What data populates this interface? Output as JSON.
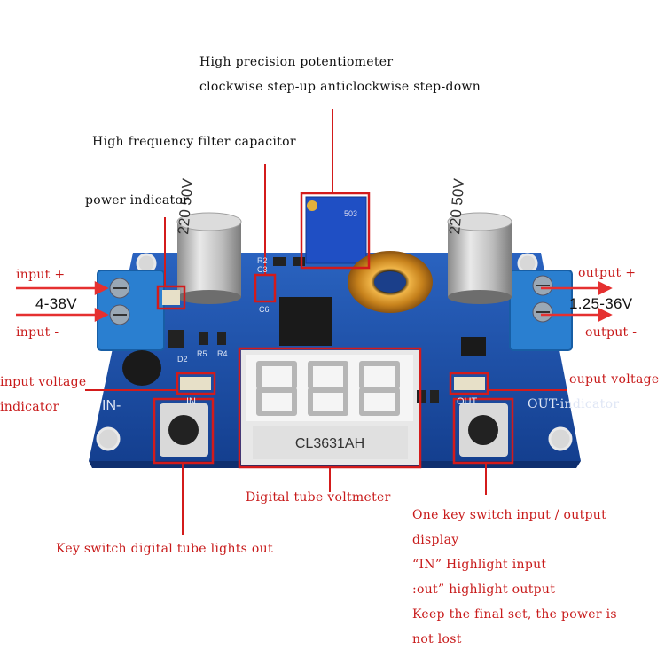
{
  "labels": {
    "pot_line1": "High precision potentiometer",
    "pot_line2": "clockwise step-up anticlockwise step-down",
    "filter_cap": "High frequency filter capacitor",
    "power_indicator": "power indicator",
    "input_plus": "input +",
    "input_range": "4-38V",
    "input_minus": "input -",
    "output_plus": "output   +",
    "output_range": "1.25-36V",
    "output_minus": "output -",
    "in_volt_1": "input voltage",
    "in_volt_2": "indicator",
    "out_volt_1": "ouput voltage",
    "out_volt_2": "OUT-indicator",
    "digital_tube": "Digital tube voltmeter",
    "key_switch": "Key switch digital tube lights out",
    "one_key_1": "One key switch input / output",
    "one_key_2": "display",
    "one_key_3": "“IN” Highlight input",
    "one_key_4": ":out” highlight output",
    "one_key_5": "Keep the final set, the power is",
    "one_key_6": "not lost"
  },
  "board_text": {
    "cap_left": "220 50V",
    "cap_right": "220 50V",
    "pot_code": "503",
    "display_model": "CL3631AH",
    "in_silk": "IN-",
    "in_led": "IN",
    "out_led": "OUT",
    "d2": "D2",
    "r5": "R5",
    "r4": "R4",
    "c6": "C6",
    "c3": "C3",
    "r2": "R2"
  },
  "colors": {
    "pcb": "#1c56b4",
    "terminal": "#2a7fd0",
    "highlight": "#d31b1b",
    "arrow": "#e53030",
    "coil": "#d69a2a"
  }
}
